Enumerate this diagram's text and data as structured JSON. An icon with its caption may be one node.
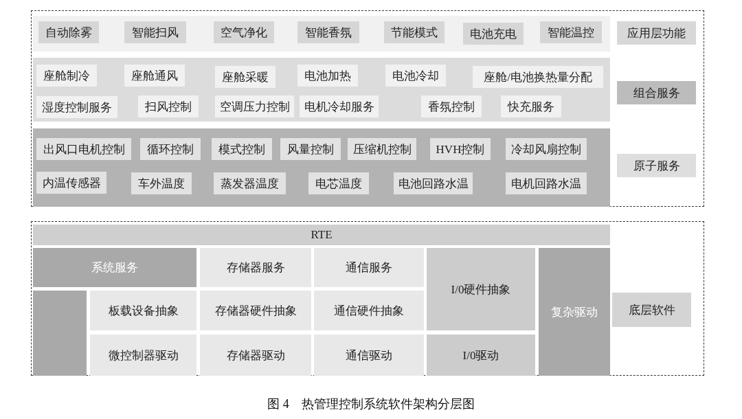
{
  "diagram": {
    "caption": "图 4　热管理控制系统软件架构分层图",
    "nodes": [
      {
        "text": [],
        "shape": "box"
      },
      {
        "text": [],
        "shape": "bar",
        "in": 0
      },
      {
        "text": [
          "自动除雾"
        ],
        "in": 1
      },
      {
        "text": [
          "智能扫风"
        ],
        "in": 1
      },
      {
        "text": [
          "空气净化"
        ],
        "in": 1
      },
      {
        "text": [
          "智能香氛"
        ],
        "in": 1
      },
      {
        "text": [
          "节能模式"
        ],
        "in": 1
      },
      {
        "text": [
          "电池充电"
        ],
        "in": 1
      },
      {
        "text": [
          "智能温控"
        ],
        "in": 1
      },
      {
        "text": [
          "应用层功能"
        ],
        "in": 0
      },
      {
        "text": [],
        "shape": "bar",
        "in": 0
      },
      {
        "text": [
          "座舱制冷"
        ],
        "in": 10
      },
      {
        "text": [
          "座舱通风"
        ],
        "in": 10
      },
      {
        "text": [
          "座舱采暖"
        ],
        "in": 10
      },
      {
        "text": [
          "电池加热"
        ],
        "in": 10
      },
      {
        "text": [
          "电池冷却"
        ],
        "in": 10
      },
      {
        "text": [
          "座舱/电池换热量分配"
        ],
        "in": 10
      },
      {
        "text": [
          "湿度控制服务"
        ],
        "in": 10
      },
      {
        "text": [
          "扫风控制"
        ],
        "in": 10
      },
      {
        "text": [
          "空调压力控制"
        ],
        "in": 10
      },
      {
        "text": [
          "电机冷却服务"
        ],
        "in": 10
      },
      {
        "text": [
          "香氛控制"
        ],
        "in": 10
      },
      {
        "text": [
          "快充服务"
        ],
        "in": 10
      },
      {
        "text": [
          "组合服务"
        ],
        "in": 0
      },
      {
        "text": [],
        "shape": "bar",
        "in": 0
      },
      {
        "text": [
          "出风口电机控制"
        ],
        "in": 24
      },
      {
        "text": [
          "循环控制"
        ],
        "in": 24
      },
      {
        "text": [
          "模式控制"
        ],
        "in": 24
      },
      {
        "text": [
          "风量控制"
        ],
        "in": 24
      },
      {
        "text": [
          "压缩机控制"
        ],
        "in": 24
      },
      {
        "text": [
          "HVH控制"
        ],
        "in": 24
      },
      {
        "text": [
          "冷却风扇控制"
        ],
        "in": 24
      },
      {
        "text": [
          "内温传感器"
        ],
        "in": 24
      },
      {
        "text": [
          "车外温度"
        ],
        "in": 24
      },
      {
        "text": [
          "蒸发器温度"
        ],
        "in": 24
      },
      {
        "text": [
          "电芯温度"
        ],
        "in": 24
      },
      {
        "text": [
          "电池回路水温"
        ],
        "in": 24
      },
      {
        "text": [
          "电机回路水温"
        ],
        "in": 24
      },
      {
        "text": [
          "原子服务"
        ],
        "in": 0
      },
      {
        "text": [],
        "shape": "box"
      },
      {
        "text": [
          "RTE"
        ],
        "in": 39
      },
      {
        "text": [
          "系统服务"
        ],
        "in": 39
      },
      {
        "text": [
          "存储器服务"
        ],
        "in": 39
      },
      {
        "text": [
          "通信服务"
        ],
        "in": 39
      },
      {
        "text": [
          "I/0硬件抽象"
        ],
        "in": 39
      },
      {
        "text": [
          "复杂驱动"
        ],
        "in": 39
      },
      {
        "text": [],
        "shape": "box",
        "in": 39
      },
      {
        "text": [
          "板载设备抽象"
        ],
        "in": 39
      },
      {
        "text": [
          "存储器硬件抽象"
        ],
        "in": 39
      },
      {
        "text": [
          "通信硬件抽象"
        ],
        "in": 39
      },
      {
        "text": [
          "微控制器驱动"
        ],
        "in": 39
      },
      {
        "text": [
          "存储器驱动"
        ],
        "in": 39
      },
      {
        "text": [
          "通信驱动"
        ],
        "in": 39
      },
      {
        "text": [
          "I/0驱动"
        ],
        "in": 39
      },
      {
        "text": [
          "底层软件"
        ],
        "in": 39
      }
    ]
  }
}
